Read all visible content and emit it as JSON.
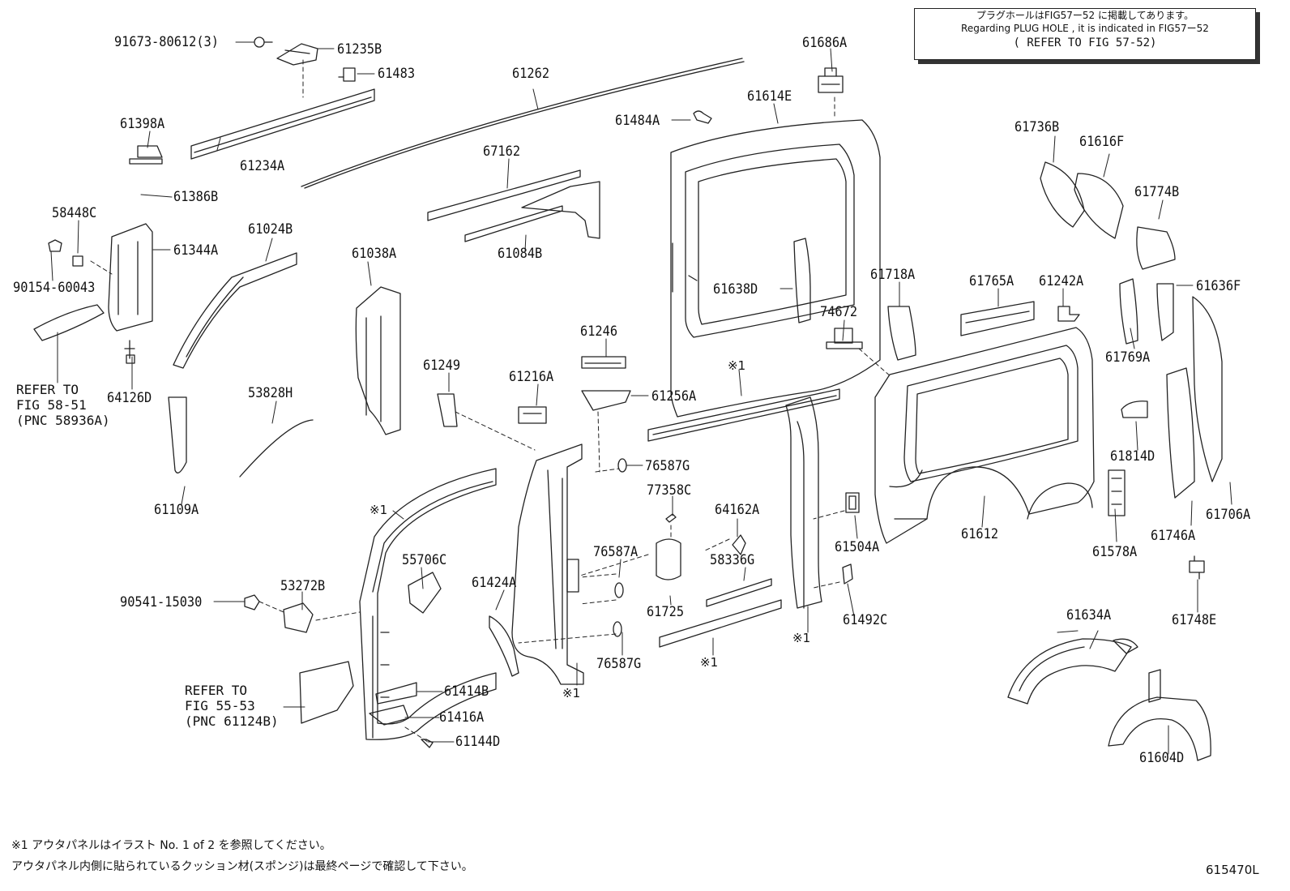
{
  "notice": {
    "line1": "プラグホールはFIG57ー52 に掲載してあります。",
    "line2": "Regarding PLUG HOLE , it is indicated in FIG57ー52",
    "line3": "( REFER TO FIG 57-52)"
  },
  "parts": {
    "p91673": "91673-80612(3)",
    "p61235B": "61235B",
    "p61483": "61483",
    "p61262": "61262",
    "p61686A": "61686A",
    "p61614E": "61614E",
    "p61484A": "61484A",
    "p61398A": "61398A",
    "p61234A": "61234A",
    "p67162": "67162",
    "p61386B": "61386B",
    "p58448C": "58448C",
    "p61344A": "61344A",
    "p61024B": "61024B",
    "p61084B": "61084B",
    "p61038A": "61038A",
    "p90154": "90154-60043",
    "p61638D": "61638D",
    "p61736B": "61736B",
    "p61616F": "61616F",
    "p61774B": "61774B",
    "p61718A": "61718A",
    "p61765A": "61765A",
    "p61242A": "61242A",
    "p61636F": "61636F",
    "p74672": "74672",
    "p61769A": "61769A",
    "p61246": "61246",
    "p61249": "61249",
    "p61216A": "61216A",
    "p61256A": "61256A",
    "p64126D": "64126D",
    "p53828H": "53828H",
    "p61814D": "61814D",
    "p76587G_top": "76587G",
    "p61109A": "61109A",
    "p77358C": "77358C",
    "p64162A": "64162A",
    "p61612": "61612",
    "p61706A": "61706A",
    "p55706C": "55706C",
    "p61504A": "61504A",
    "p61578A": "61578A",
    "p61746A": "61746A",
    "p76587A": "76587A",
    "p58336G": "58336G",
    "p53272B": "53272B",
    "p61424A": "61424A",
    "p90541": "90541-15030",
    "p61725": "61725",
    "p61748E": "61748E",
    "p61492C": "61492C",
    "p61634A": "61634A",
    "p76587G_bot": "76587G",
    "p61414B": "61414B",
    "p61416A": "61416A",
    "p61144D": "61144D",
    "p61604D": "61604D"
  },
  "refs": {
    "ref_58_51": "REFER TO\nFIG 58-51\n(PNC 58936A)",
    "ref_55_53": "REFER TO\nFIG 55-53\n(PNC 61124B)"
  },
  "marks": {
    "m1": "※1",
    "m2": "※1",
    "m3": "※1",
    "m4": "※1",
    "m5": "※1"
  },
  "footnote": {
    "line1": "※1 アウタパネルはイラスト No. 1 of 2 を参照してください。",
    "line2": "アウタパネル内側に貼られているクッション材(スポンジ)は最終ページで確認して下さい。"
  },
  "illustration_no": "615470L"
}
